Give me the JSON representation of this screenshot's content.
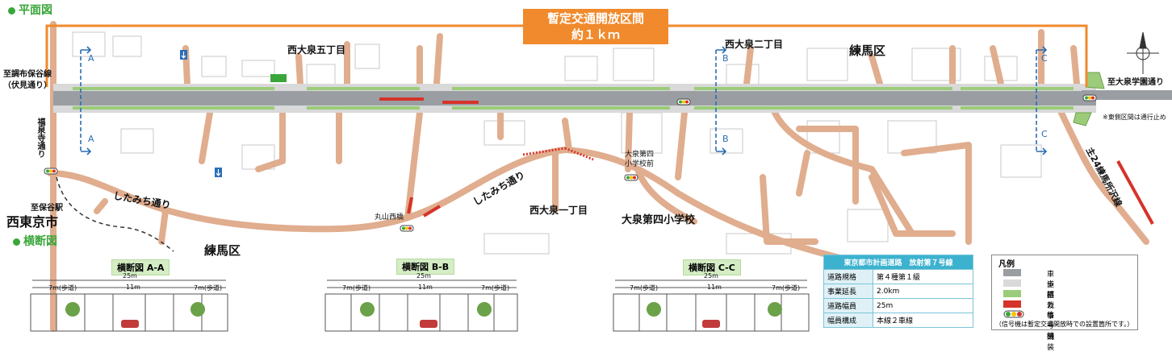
{
  "headings": {
    "plan": "平面図",
    "cross": "横断図"
  },
  "callout": {
    "line1": "暫定交通開放区間",
    "line2": "約１ｋｍ"
  },
  "places": {
    "nishioizumi5": "西大泉五丁目",
    "nishioizumi2": "西大泉二丁目",
    "nishioizumi1": "西大泉一丁目",
    "nerima_top": "練馬区",
    "nerima_bottom": "練馬区",
    "nishitokyo": "西東京市",
    "school_route": "大泉第四小学校",
    "school_stop": "大泉第四\n小学校前",
    "maruyama": "丸山西橋",
    "to_chofu": "至調布保谷線",
    "fushimi": "（伏見通り）",
    "to_gakuen": "至大泉学園通り",
    "to_hoya_station": "至保谷駅",
    "fukusenji": "福泉寺通り",
    "shitamichi1": "したみち通り",
    "shitamichi2": "したみち通り",
    "route_label": "主24練馬所沢線",
    "east_note": "※東側区間は通行止め"
  },
  "section_marks": {
    "a": "A",
    "b": "B",
    "c": "C"
  },
  "cross_sections": [
    {
      "title": "横断図 A-A",
      "total": "25m",
      "mid": "11m",
      "left": "7m(歩道)",
      "right": "7m(歩道)"
    },
    {
      "title": "横断図 B-B",
      "total": "25m",
      "mid": "11m",
      "left": "7m(歩道)",
      "right": "7m(歩道)"
    },
    {
      "title": "横断図 C-C",
      "total": "25m",
      "mid": "11m",
      "left": "7m(歩道)",
      "right": "7m(歩道)"
    }
  ],
  "spec_table": {
    "header": "東京都市計画道路　放射第７号線",
    "rows": [
      {
        "k": "道路規格",
        "v": "第４種第１級"
      },
      {
        "k": "事業延長",
        "v": "2.0km"
      },
      {
        "k": "道路幅員",
        "v": "25m"
      },
      {
        "k": "幅員構成",
        "v": "本線２車線"
      }
    ]
  },
  "legend": {
    "title": "凡例",
    "items": [
      "車道部",
      "歩道",
      "植栽帯",
      "カラー舗装",
      "信号機"
    ],
    "note": "（信号機は暫定交通開放時での設置箇所です。）"
  },
  "colors": {
    "road": "#9a9ea3",
    "sidewalk": "#d9d9d9",
    "planting": "#9ccc7a",
    "color_pave": "#d6332a",
    "local_road": "#e0ad8e",
    "accent": "#f08a2c",
    "heading": "#3aa63a",
    "section": "#2a6db5"
  }
}
